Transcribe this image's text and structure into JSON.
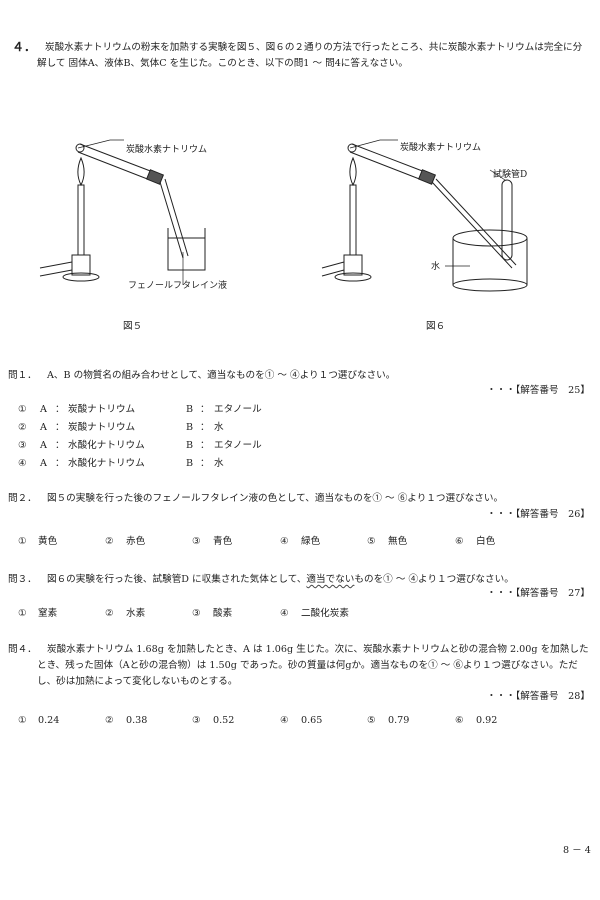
{
  "header": {
    "number": "４．",
    "line1": "炭酸水素ナトリウムの粉末を加熱する実験を図５、図６の２通りの方法で行ったところ、共に炭酸水素ナトリウムは完全に分",
    "line2": "解して 固体A、液体B、気体C を生じた。このとき、以下の問1 ～ 問4に答えなさい。"
  },
  "figures": {
    "fig5": {
      "caption": "図５",
      "label_top": "炭酸水素ナトリウム",
      "label_bottom": "フェノールフタレイン液"
    },
    "fig6": {
      "caption": "図６",
      "label_top": "炭酸水素ナトリウム",
      "label_tube": "試験管D",
      "label_water": "水"
    }
  },
  "q1": {
    "label": "問１．",
    "text": "A、B の物質名の組み合わせとして、適当なものを① ～ ④より１つ選びなさい。",
    "answer": "・・・【解答番号　25】",
    "options": [
      {
        "num": "①",
        "a": "炭酸ナトリウム",
        "b": "エタノール"
      },
      {
        "num": "②",
        "a": "炭酸ナトリウム",
        "b": "水"
      },
      {
        "num": "③",
        "a": "水酸化ナトリウム",
        "b": "エタノール"
      },
      {
        "num": "④",
        "a": "水酸化ナトリウム",
        "b": "水"
      }
    ],
    "a_label": "A",
    "b_label": "B",
    "colon": "："
  },
  "q2": {
    "label": "問２．",
    "text": "図５の実験を行った後のフェノールフタレイン液の色として、適当なものを① ～ ⑥より１つ選びなさい。",
    "answer": "・・・【解答番号　26】",
    "options": [
      {
        "num": "①",
        "text": "黄色"
      },
      {
        "num": "②",
        "text": "赤色"
      },
      {
        "num": "③",
        "text": "青色"
      },
      {
        "num": "④",
        "text": "緑色"
      },
      {
        "num": "⑤",
        "text": "無色"
      },
      {
        "num": "⑥",
        "text": "白色"
      }
    ]
  },
  "q3": {
    "label": "問３．",
    "text_before": "図６の実験を行った後、試験管D に収集された気体として、",
    "text_emph": "適当でない",
    "text_after": "ものを① ～ ④より１つ選びなさい。",
    "answer": "・・・【解答番号　27】",
    "options": [
      {
        "num": "①",
        "text": "窒素"
      },
      {
        "num": "②",
        "text": "水素"
      },
      {
        "num": "③",
        "text": "酸素"
      },
      {
        "num": "④",
        "text": "二酸化炭素"
      }
    ]
  },
  "q4": {
    "label": "問４．",
    "line1": "炭酸水素ナトリウム 1.68g を加熱したとき、A は 1.06g 生じた。次に、炭酸水素ナトリウムと砂の混合物 2.00g を加熱した",
    "line2": "とき、残った固体（Aと砂の混合物）は 1.50g であった。砂の質量は何gか。適当なものを① ～ ⑥より１つ選びなさい。ただ",
    "line3": "し、砂は加熱によって変化しないものとする。",
    "answer": "・・・【解答番号　28】",
    "options": [
      {
        "num": "①",
        "text": "0.24"
      },
      {
        "num": "②",
        "text": "0.38"
      },
      {
        "num": "③",
        "text": "0.52"
      },
      {
        "num": "④",
        "text": "0.65"
      },
      {
        "num": "⑤",
        "text": "0.79"
      },
      {
        "num": "⑥",
        "text": "0.92"
      }
    ]
  },
  "footer": {
    "page": "8 － 4"
  }
}
